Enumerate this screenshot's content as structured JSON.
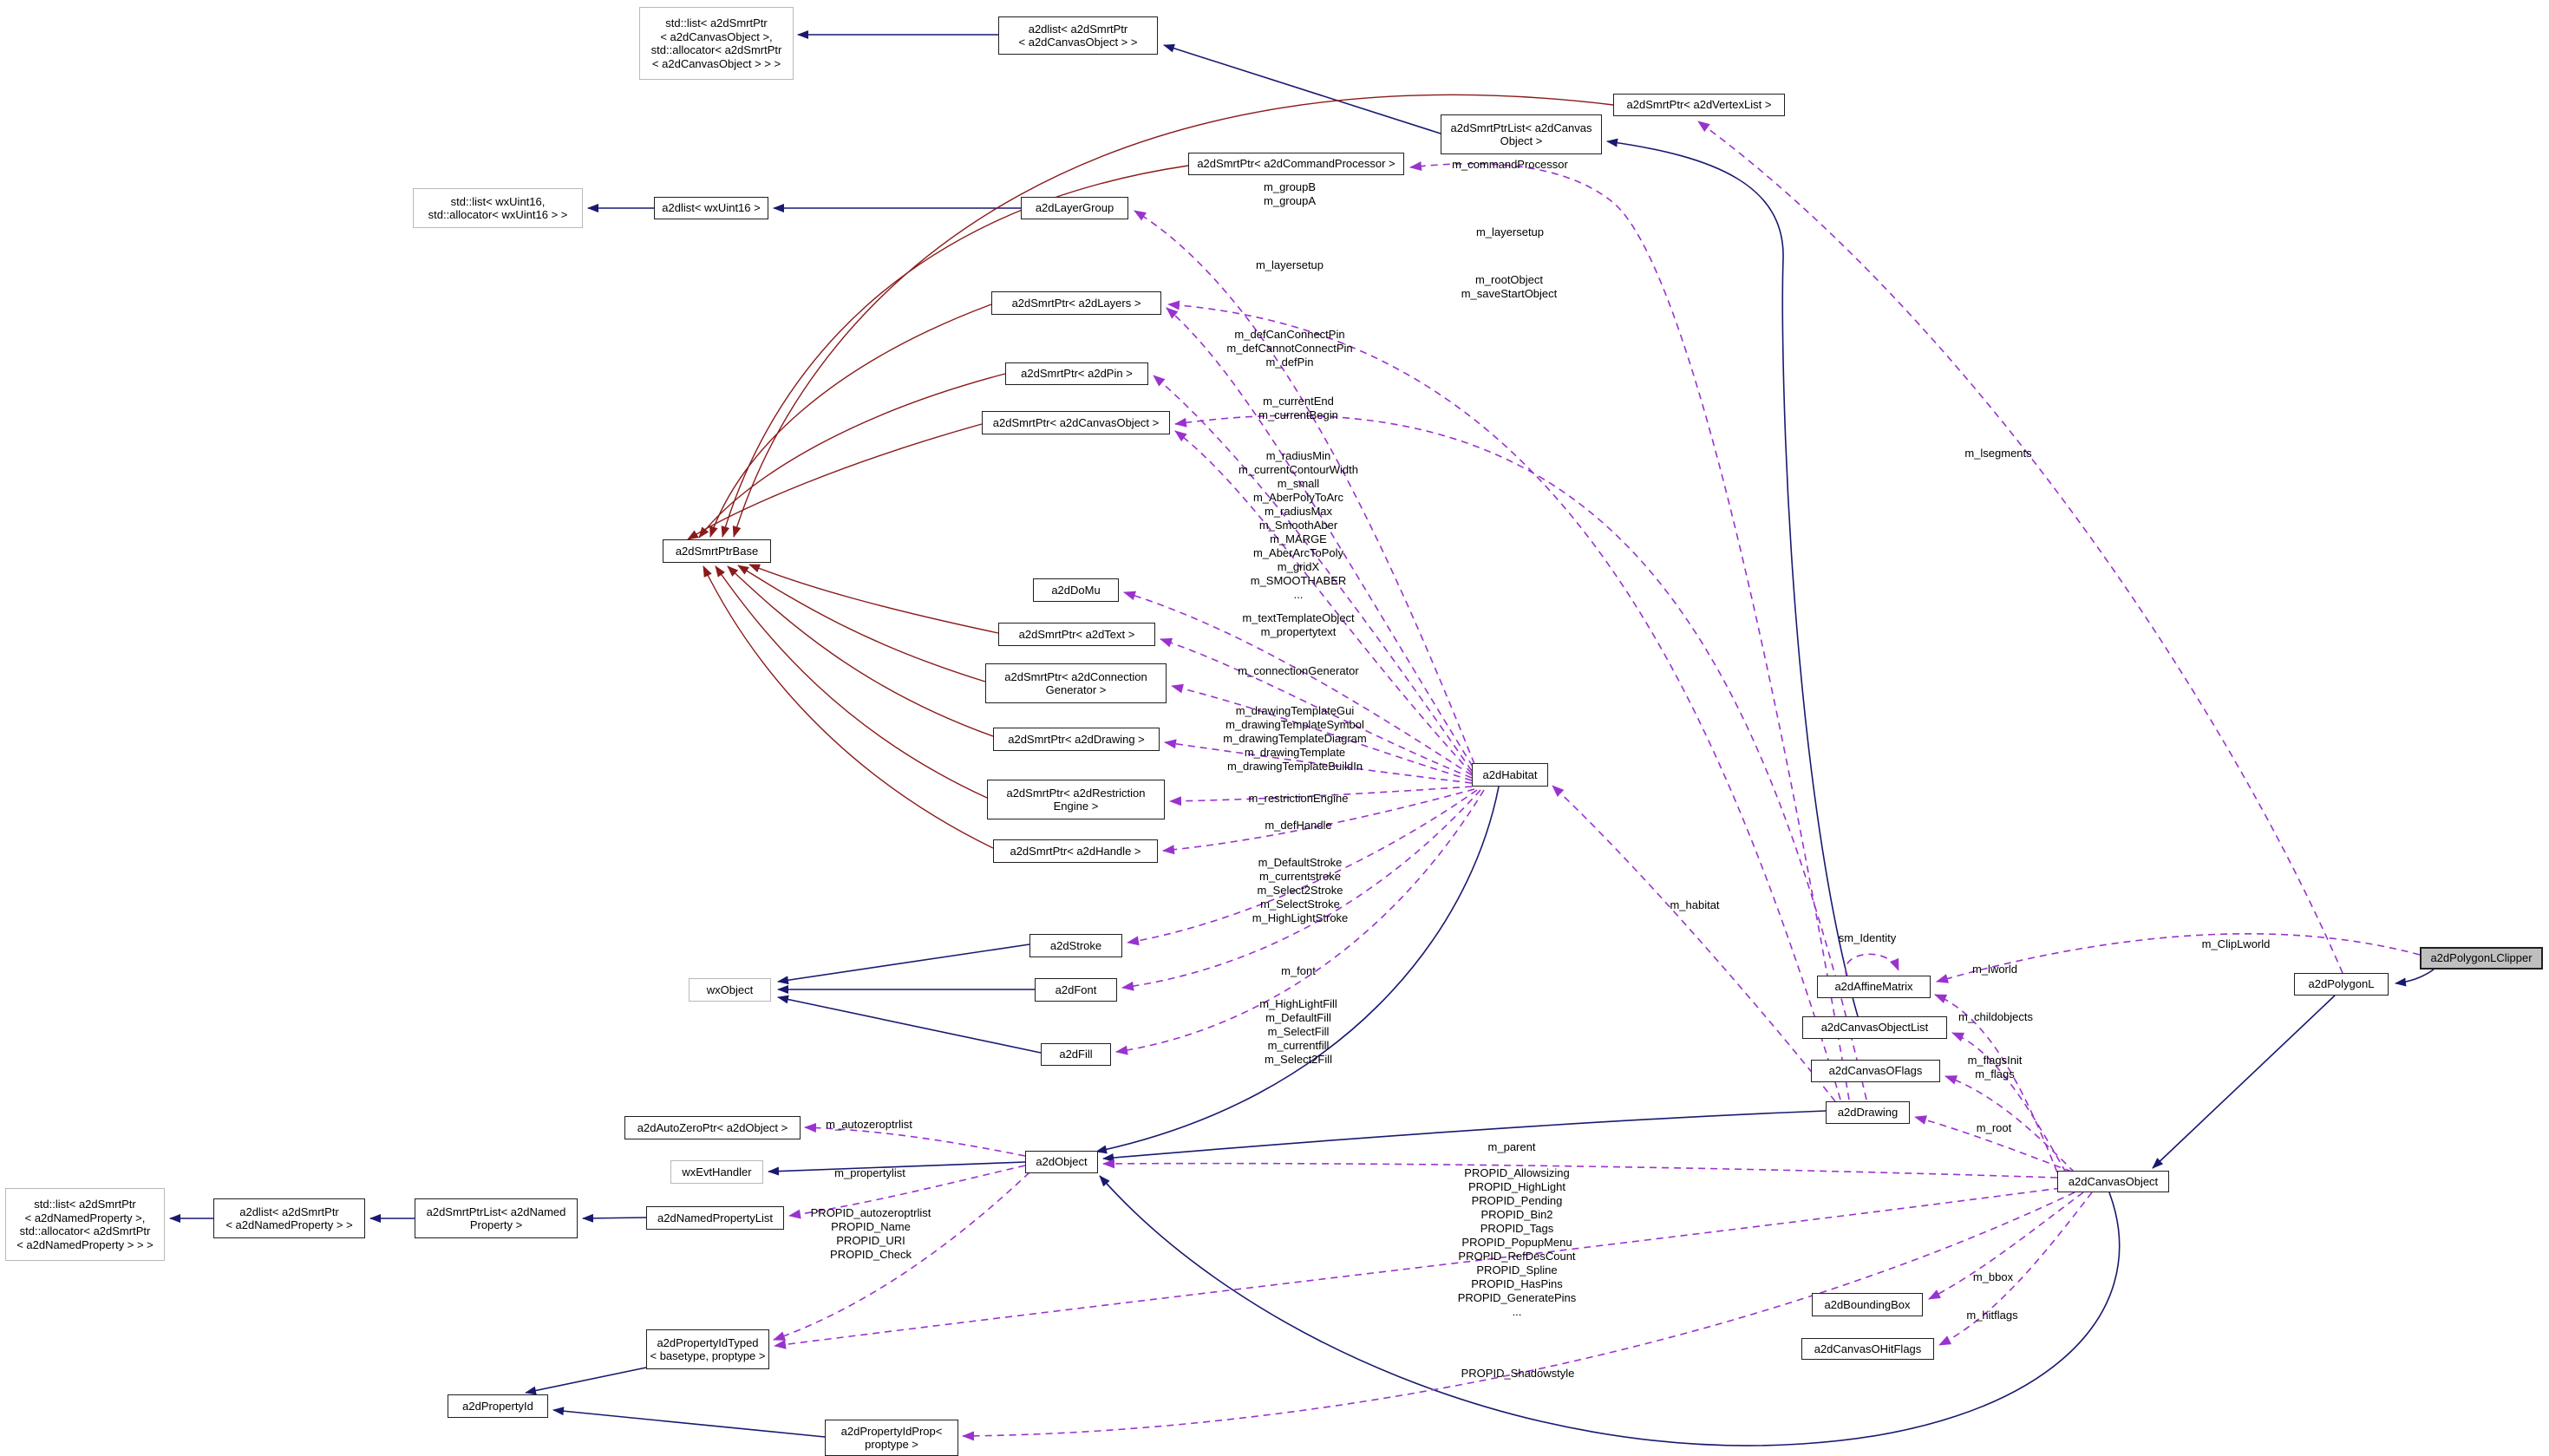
{
  "diagram": {
    "type": "doxygen-collaboration-diagram",
    "focus_class": "a2dPolygonLClipper",
    "colors": {
      "inheritance_edge": "#191970",
      "usage_edge": "#9a32cd",
      "private_inheritance_edge": "#8b1a1a",
      "node_border": "#1f1f1f",
      "external_node_border": "#b9b9b9",
      "focus_node_bg": "#bfbfbf",
      "background": "#ffffff"
    }
  },
  "nodes": [
    {
      "id": "std-list-canvasobject",
      "label": "std::list< a2dSmrtPtr\n< a2dCanvasObject >,\n std::allocator< a2dSmrtPtr\n< a2dCanvasObject > > >"
    },
    {
      "id": "a2dlist-smrtptr-canvasobject",
      "label": "a2dlist< a2dSmrtPtr\n< a2dCanvasObject > >"
    },
    {
      "id": "smrtptr-vertexlist",
      "label": "a2dSmrtPtr< a2dVertexList >"
    },
    {
      "id": "smrtptrlist-canvasobject",
      "label": "a2dSmrtPtrList< a2dCanvas\nObject >"
    },
    {
      "id": "smrtptr-commandprocessor",
      "label": "a2dSmrtPtr< a2dCommandProcessor >"
    },
    {
      "id": "std-list-wxuint16",
      "label": "std::list< wxUint16,\n std::allocator< wxUint16 > >"
    },
    {
      "id": "a2dlist-wxuint16",
      "label": "a2dlist< wxUint16 >"
    },
    {
      "id": "layergroup",
      "label": "a2dLayerGroup"
    },
    {
      "id": "smrtptr-layers",
      "label": "a2dSmrtPtr< a2dLayers >"
    },
    {
      "id": "smrtptr-pin",
      "label": "a2dSmrtPtr< a2dPin >"
    },
    {
      "id": "smrtptr-canvasobject",
      "label": "a2dSmrtPtr< a2dCanvasObject >"
    },
    {
      "id": "domu",
      "label": "a2dDoMu"
    },
    {
      "id": "smrtptr-text",
      "label": "a2dSmrtPtr< a2dText >"
    },
    {
      "id": "smrtptr-connectiongenerator",
      "label": "a2dSmrtPtr< a2dConnection\nGenerator >"
    },
    {
      "id": "smrtptr-drawing",
      "label": "a2dSmrtPtr< a2dDrawing >"
    },
    {
      "id": "habitat",
      "label": "a2dHabitat"
    },
    {
      "id": "smrtptr-restrictionengine",
      "label": "a2dSmrtPtr< a2dRestriction\nEngine >"
    },
    {
      "id": "smrtptr-handle",
      "label": "a2dSmrtPtr< a2dHandle >"
    },
    {
      "id": "stroke",
      "label": "a2dStroke"
    },
    {
      "id": "wxobject",
      "label": "wxObject"
    },
    {
      "id": "font",
      "label": "a2dFont"
    },
    {
      "id": "fill",
      "label": "a2dFill"
    },
    {
      "id": "smrtptrbase",
      "label": "a2dSmrtPtrBase"
    },
    {
      "id": "autozeroptr",
      "label": "a2dAutoZeroPtr< a2dObject >"
    },
    {
      "id": "wxevthandler",
      "label": "wxEvtHandler"
    },
    {
      "id": "object",
      "label": "a2dObject"
    },
    {
      "id": "namedpropertylist",
      "label": "a2dNamedPropertyList"
    },
    {
      "id": "smrtptrlist-namedproperty",
      "label": "a2dSmrtPtrList< a2dNamed\nProperty >"
    },
    {
      "id": "a2dlist-smrtptr-namedproperty",
      "label": "a2dlist< a2dSmrtPtr\n< a2dNamedProperty > >"
    },
    {
      "id": "std-list-namedproperty",
      "label": "std::list< a2dSmrtPtr\n< a2dNamedProperty >,\n std::allocator< a2dSmrtPtr\n< a2dNamedProperty > > >"
    },
    {
      "id": "propertyidtyped",
      "label": "a2dPropertyIdTyped\n< basetype, proptype >"
    },
    {
      "id": "propertyid",
      "label": "a2dPropertyId"
    },
    {
      "id": "propertyidprop",
      "label": "a2dPropertyIdProp<\nproptype >"
    },
    {
      "id": "drawing",
      "label": "a2dDrawing"
    },
    {
      "id": "canvasoflags",
      "label": "a2dCanvasOFlags"
    },
    {
      "id": "canvasobjectlist",
      "label": "a2dCanvasObjectList"
    },
    {
      "id": "affinematrix",
      "label": "a2dAffineMatrix"
    },
    {
      "id": "polygonl",
      "label": "a2dPolygonL"
    },
    {
      "id": "polygonlclipper",
      "label": "a2dPolygonLClipper"
    },
    {
      "id": "canvasobject",
      "label": "a2dCanvasObject"
    },
    {
      "id": "boundingbox",
      "label": "a2dBoundingBox"
    },
    {
      "id": "canvasohitflags",
      "label": "a2dCanvasOHitFlags"
    }
  ],
  "edge_labels": [
    {
      "id": "m-commandprocessor",
      "text": "m_commandProcessor"
    },
    {
      "id": "m-group",
      "text": "m_groupB\nm_groupA"
    },
    {
      "id": "m-layersetup-top",
      "text": "m_layersetup"
    },
    {
      "id": "m-layersetup-left",
      "text": "m_layersetup"
    },
    {
      "id": "m-rootobject",
      "text": "m_rootObject\nm_saveStartObject"
    },
    {
      "id": "m-defpin",
      "text": "m_defCanConnectPin\nm_defCannotConnectPin\nm_defPin"
    },
    {
      "id": "m-currentend",
      "text": "m_currentEnd\nm_currentBegin"
    },
    {
      "id": "m-radius-block",
      "text": "m_radiusMin\nm_currentContourWidth\nm_small\nm_AberPolyToArc\nm_radiusMax\nm_SmoothAber\nm_MARGE\nm_AberArcToPoly\nm_gridX\nm_SMOOTHABER\n..."
    },
    {
      "id": "m-texttemplate",
      "text": "m_textTemplateObject\nm_propertytext"
    },
    {
      "id": "m-connectiongenerator",
      "text": "m_connectionGenerator"
    },
    {
      "id": "m-drawingtemplates",
      "text": "m_drawingTemplateGui\nm_drawingTemplateSymbol\nm_drawingTemplateDiagram\nm_drawingTemplate\nm_drawingTemplateBuildIn"
    },
    {
      "id": "m-restrictionengine",
      "text": "m_restrictionEngine"
    },
    {
      "id": "m-defhandle",
      "text": "m_defHandle"
    },
    {
      "id": "m-strokes",
      "text": "m_DefaultStroke\nm_currentstroke\nm_Select2Stroke\nm_SelectStroke\nm_HighLightStroke"
    },
    {
      "id": "m-font",
      "text": "m_font"
    },
    {
      "id": "m-fills",
      "text": "m_HighLightFill\nm_DefaultFill\nm_SelectFill\nm_currentfill\nm_Select2Fill"
    },
    {
      "id": "m-lsegments",
      "text": "m_lsegments"
    },
    {
      "id": "m-habitat",
      "text": "m_habitat"
    },
    {
      "id": "sm-identity",
      "text": "sm_Identity"
    },
    {
      "id": "m-lworld",
      "text": "m_lworld"
    },
    {
      "id": "m-cliplworld",
      "text": "m_ClipLworld"
    },
    {
      "id": "m-childobjects",
      "text": "m_childobjects"
    },
    {
      "id": "m-flags",
      "text": "m_flagsInit\nm_flags"
    },
    {
      "id": "m-root",
      "text": "m_root"
    },
    {
      "id": "m-parent",
      "text": "m_parent"
    },
    {
      "id": "propid-block",
      "text": "PROPID_Allowsizing\nPROPID_HighLight\nPROPID_Pending\nPROPID_Bin2\nPROPID_Tags\nPROPID_PopupMenu\nPROPID_RefDesCount\nPROPID_Spline\nPROPID_HasPins\nPROPID_GeneratePins\n..."
    },
    {
      "id": "m-autozeroptrlist",
      "text": "m_autozeroptrlist"
    },
    {
      "id": "m-propertylist",
      "text": "m_propertylist"
    },
    {
      "id": "propid-object-block",
      "text": "PROPID_autozeroptrlist\nPROPID_Name\nPROPID_URI\nPROPID_Check"
    },
    {
      "id": "m-bbox",
      "text": "m_bbox"
    },
    {
      "id": "m-hitflags",
      "text": "m_hitflags"
    },
    {
      "id": "propid-shadowstyle",
      "text": "PROPID_Shadowstyle"
    }
  ]
}
